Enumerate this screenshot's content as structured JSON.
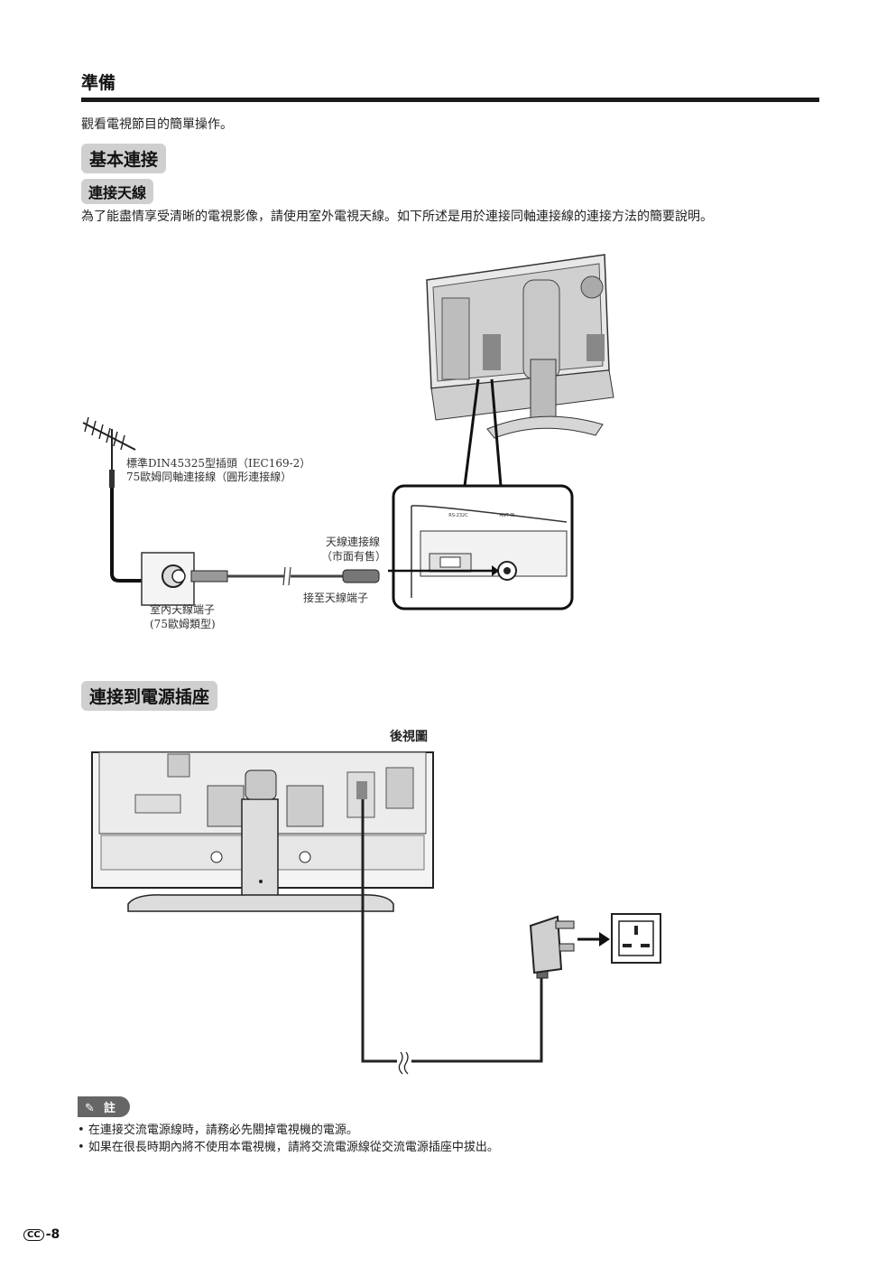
{
  "header": {
    "title": "準備"
  },
  "intro": "觀看電視節目的簡單操作。",
  "section_basic": {
    "title": "基本連接"
  },
  "antenna": {
    "title": "連接天線",
    "description": "為了能盡情享受清晰的電視影像，請使用室外電視天線。如下所述是用於連接同軸連接線的連接方法的簡要說明。",
    "plug_label_1": "標準DIN45325型插頭（IEC169-2）",
    "plug_label_2": "75歐姆同軸連接線（圓形連接線）",
    "cable_label_1": "天線連接線",
    "cable_label_2": "（市面有售）",
    "connect_label": "接至天線端子",
    "terminal_label_1": "室內天線端子",
    "terminal_label_2": "(75歐姆類型)",
    "panel_label_1": "RS-232C",
    "panel_label_2": "ANT IN"
  },
  "power": {
    "title": "連接到電源插座",
    "rear_view_label": "後視圖"
  },
  "notes": {
    "badge": "註",
    "items": [
      "在連接交流電源線時，請務必先關掉電視機的電源。",
      "如果在很長時期內將不使用本電視機，請將交流電源線從交流電源插座中拔出。"
    ]
  },
  "footer": {
    "lang_badge": "CC",
    "page": "-8"
  }
}
